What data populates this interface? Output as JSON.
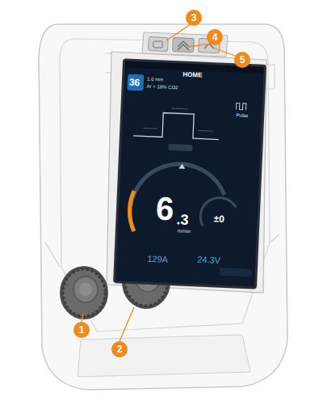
{
  "diagram": {
    "labels": [
      "1",
      "2",
      "3",
      "4",
      "5",
      "36",
      "HOME",
      "1.0 mm",
      "Ar + 18% CO2",
      "Pulse",
      "6",
      ".3",
      "m/min",
      "±0",
      "129A",
      "24.3V"
    ]
  }
}
